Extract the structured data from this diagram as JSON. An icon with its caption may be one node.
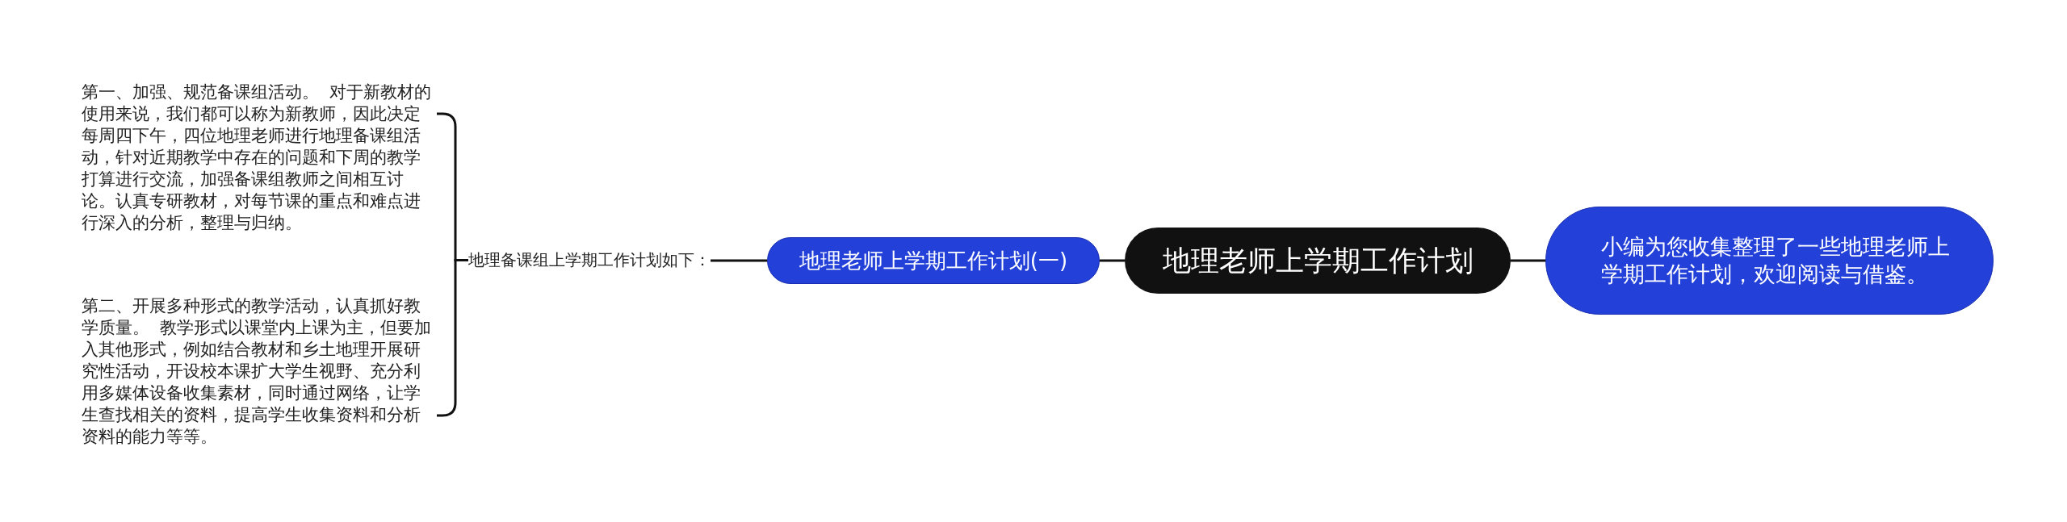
{
  "diagram": {
    "nodes": [
      {
        "text": [
          "地理老师上学期工作计划"
        ]
      },
      {
        "text": [
          "小编为您收集整理了一些地理老师上学期工作计划，欢迎阅读与借鉴。"
        ]
      },
      {
        "text": [
          "地理老师上学期工作计划(一)"
        ]
      },
      {
        "text": [
          "地理备课组上学期工作计划如下："
        ]
      },
      {
        "text": [
          "第一、加强、规范备课组活动。  对于新教材的使用来说，我们都可以称为新教师，因此决定每周四下午，四位地理老师进行地理备课组活动，针对近期教学中存在的问题和下周的教学打算进行交流，加强备课组教师之间相互讨论。认真专研教材，对每节课的重点和难点进行深入的分析，整理与归纳。"
        ]
      },
      {
        "text": [
          "第二、开展多种形式的教学活动，认真抓好教学质量。  教学形式以课堂内上课为主，但要加入其他形式，例如结合教材和乡土地理开展研究性活动，开设校本课扩大学生视野、充分利用多媒体设备收集素材，同时通过网络，让学生查找相关的资料，提高学生收集资料和分析资料的能力等等。"
        ]
      }
    ],
    "edges": [
      {
        "from": 0,
        "to": 1,
        "arrow": "none"
      },
      {
        "from": 0,
        "to": 2,
        "arrow": "none"
      },
      {
        "from": 2,
        "to": 3,
        "arrow": "none"
      },
      {
        "from": 3,
        "to": 4,
        "arrow": "none"
      },
      {
        "from": 3,
        "to": 5,
        "arrow": "none"
      }
    ]
  }
}
